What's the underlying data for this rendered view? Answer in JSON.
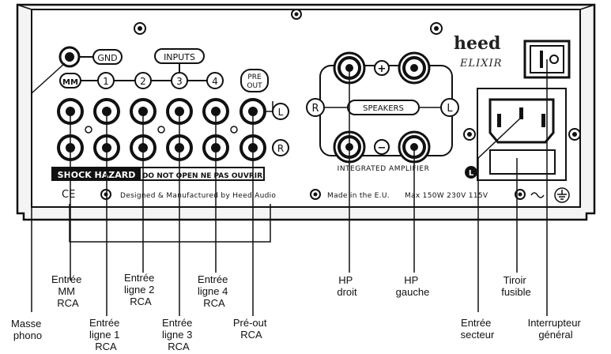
{
  "panel": {
    "gnd": "GND",
    "inputs": "INPUTS",
    "mm": "MM",
    "in1": "1",
    "in2": "2",
    "in3": "3",
    "in4": "4",
    "pre_out_1": "PRE",
    "pre_out_2": "OUT",
    "left": "L",
    "right": "R",
    "plus": "+",
    "minus": "−",
    "speakers": "SPEAKERS",
    "integrated_amplifier": "INTEGRATED AMPLIFIER",
    "shock_hazard": "SHOCK HAZARD",
    "do_not_open": "DO NOT OPEN  NE PAS OUVRIR",
    "ce_mark": "CE",
    "designed_by": "Designed & Manufactured by Heed Audio",
    "made_in": "Made in the E.U.",
    "power_spec": "Max 150W 230V 115V",
    "brand_line1": "heed",
    "brand_line2": "ELIXIR",
    "fuse_mark": "L"
  },
  "callouts": {
    "masse_phono": [
      "Masse",
      "phono"
    ],
    "entree_mm": [
      "Entrée",
      "MM",
      "RCA"
    ],
    "entree_ligne1": [
      "Entrée",
      "ligne 1",
      "RCA"
    ],
    "entree_ligne2": [
      "Entrée",
      "ligne 2",
      "RCA"
    ],
    "entree_ligne3": [
      "Entrée",
      "ligne 3",
      "RCA"
    ],
    "entree_ligne4": [
      "Entrée",
      "ligne 4",
      "RCA"
    ],
    "pre_out": [
      "Pré-out",
      "RCA"
    ],
    "hp_droit": [
      "HP",
      "droit"
    ],
    "hp_gauche": [
      "HP",
      "gauche"
    ],
    "tiroir_fusible": [
      "Tiroir",
      "fusible"
    ],
    "entree_secteur": [
      "Entrée",
      "secteur"
    ],
    "interrupteur": [
      "Interrupteur",
      "général"
    ]
  }
}
